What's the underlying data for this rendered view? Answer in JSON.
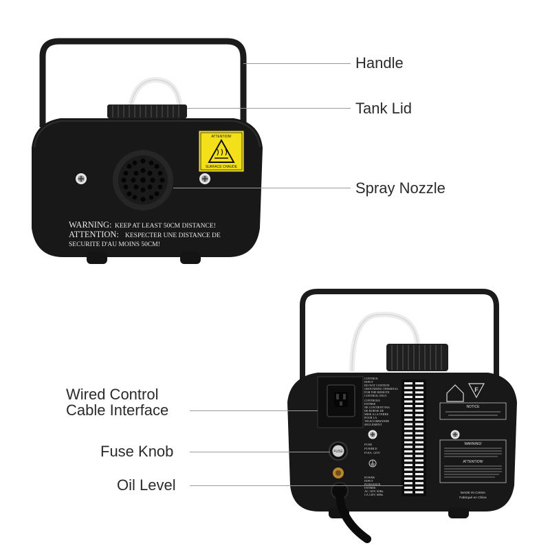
{
  "labels": {
    "handle": "Handle",
    "tank_lid": "Tank Lid",
    "spray_nozzle": "Spray Nozzle",
    "wired_control_line1": "Wired Control",
    "wired_control_line2": "Cable Interface",
    "fuse_knob": "Fuse Knob",
    "oil_level": "Oil Level"
  },
  "front_machine": {
    "warning_line1_head": "WARNING:",
    "warning_line1_tail": "KEEP AT LEAST 50CM DISTANCE!",
    "warning_line2_head": "ATTENTION:",
    "warning_line2_tail": "KESPECTER UNE DISTANCE DE",
    "warning_line3": "SECURITE D'AU MOINS 50CM!",
    "sticker_top": "ATTENTION!",
    "sticker_bottom": "SURFACE CHAUDE"
  },
  "back_machine": {
    "control_text": [
      "CONTROL",
      "INPUT",
      "DO NOT CONTION",
      "GROUNDING TERMINAL",
      "FOR THE REMOTE",
      "CONTROL ONLY"
    ],
    "controle_text": [
      "CONTROLE",
      "ENTREE",
      "NE CONTIENT PAS",
      "DE BORNE DE",
      "MISE A LA TERRE",
      "POUR LA",
      "TELECOMMANDE",
      "SEULEMENT"
    ],
    "fuse_text": [
      "FUSE",
      "FUSIBLE",
      "F10A, 125V"
    ],
    "power_text": [
      "POWER",
      "INPUT",
      "PUISSANCE",
      "ENTREE",
      "AC 120V, 60Hz",
      "CA 120V, 60Hz"
    ],
    "fuse_knob_text": "FUSE",
    "notice_title": "NOTICE",
    "warning_title": "WARNING!",
    "attention_title": "ATTENTION!",
    "made_in": "MADE IN CHINA",
    "fabrique": "Fabriqué en Chine",
    "letter_badge": "F"
  }
}
